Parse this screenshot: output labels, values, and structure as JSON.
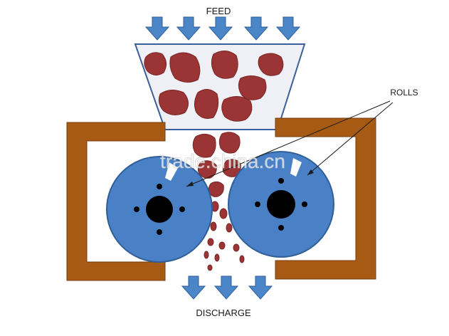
{
  "labels": {
    "feed": "FEED",
    "rolls": "ROLLS",
    "discharge": "DISCHARGE"
  },
  "watermark": "trade.china.cn",
  "colors": {
    "arrow": "#4a86c8",
    "roll": "#4a81c6",
    "roll_hub": "#000000",
    "frame": "#a65a14",
    "ore": "#9b3535",
    "hopper_fill": "#eef0f5",
    "hopper_stroke": "#3a5f9a"
  }
}
